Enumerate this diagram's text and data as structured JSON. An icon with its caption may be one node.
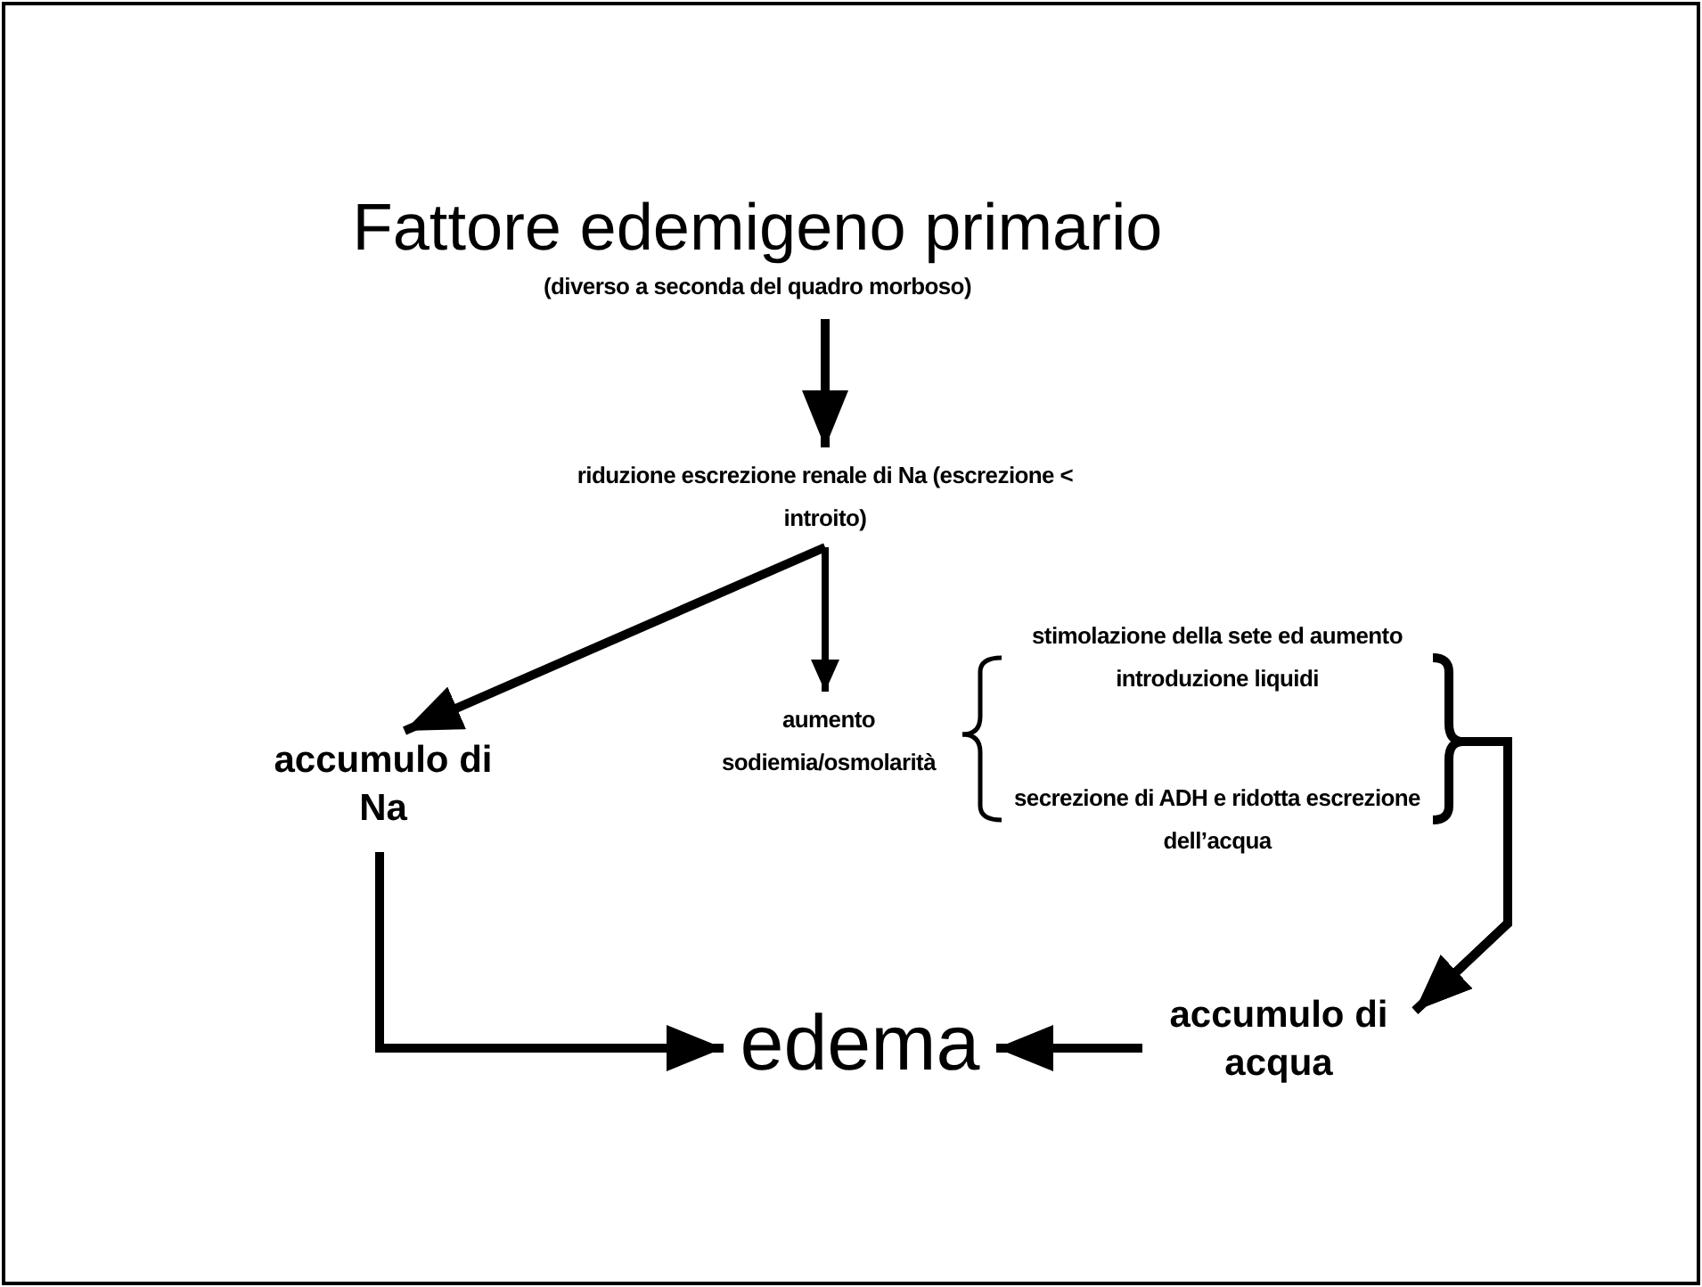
{
  "diagram": {
    "nodes": [
      {
        "text": [
          "Fattore edemigeno primario",
          "(diverso a seconda del quadro morboso)"
        ]
      },
      {
        "text": [
          "riduzione escrezione renale di Na (escrezione < introito)"
        ]
      },
      {
        "text": [
          "accumulo di Na"
        ]
      },
      {
        "text": [
          "aumento sodiemia/osmolarità"
        ]
      },
      {
        "text": [
          "stimolazione della sete ed aumento introduzione liquidi"
        ]
      },
      {
        "text": [
          "secrezione di ADH e ridotta escrezione dell’acqua"
        ]
      },
      {
        "text": [
          "edema"
        ]
      },
      {
        "text": [
          "accumulo di acqua"
        ]
      }
    ],
    "edges": [
      {
        "from": 0,
        "to": 1,
        "arrow": "to"
      },
      {
        "from": 1,
        "to": 2,
        "arrow": "to"
      },
      {
        "from": 1,
        "to": 3,
        "arrow": "to"
      },
      {
        "from": 3,
        "to": 4,
        "arrow": "none"
      },
      {
        "from": 3,
        "to": 5,
        "arrow": "none"
      },
      {
        "from": 4,
        "to": 7,
        "arrow": "to"
      },
      {
        "from": 5,
        "to": 7,
        "arrow": "to"
      },
      {
        "from": 2,
        "to": 6,
        "arrow": "to"
      },
      {
        "from": 7,
        "to": 6,
        "arrow": "to"
      }
    ]
  }
}
